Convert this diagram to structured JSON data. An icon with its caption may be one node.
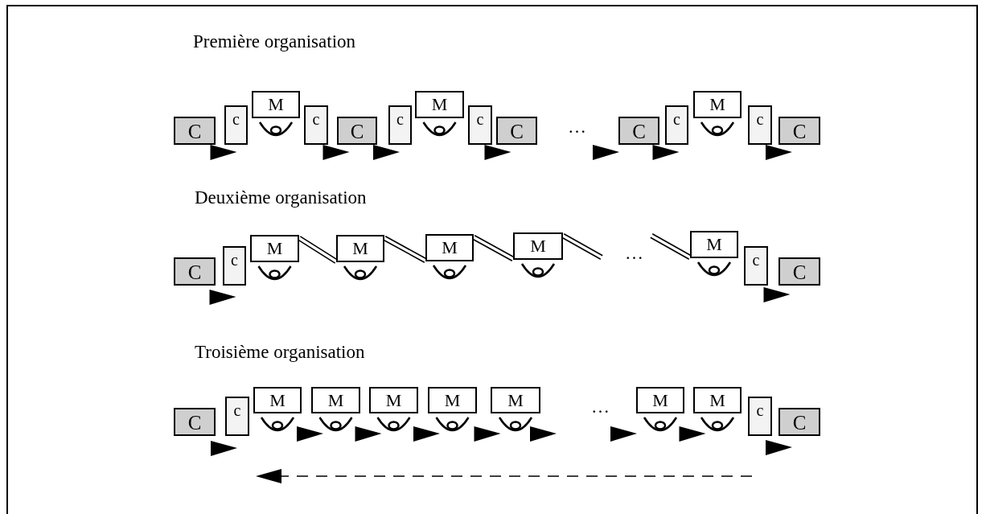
{
  "diagram": {
    "nodes": [
      {
        "text": [
          "C"
        ]
      },
      {
        "text": [
          "c"
        ]
      },
      {
        "text": [
          "M"
        ]
      },
      {
        "text": [
          "c"
        ]
      },
      {
        "text": [
          "C"
        ]
      },
      {
        "text": [
          "c"
        ]
      },
      {
        "text": [
          "M"
        ]
      },
      {
        "text": [
          "c"
        ]
      },
      {
        "text": [
          "C"
        ]
      },
      {
        "text": [
          "C"
        ]
      },
      {
        "text": [
          "c"
        ]
      },
      {
        "text": [
          "M"
        ]
      },
      {
        "text": [
          "c"
        ]
      },
      {
        "text": [
          "C"
        ]
      },
      {
        "text": [
          "C"
        ]
      },
      {
        "text": [
          "c"
        ]
      },
      {
        "text": [
          "M"
        ]
      },
      {
        "text": [
          "M"
        ]
      },
      {
        "text": [
          "M"
        ]
      },
      {
        "text": [
          "M"
        ]
      },
      {
        "text": [
          "M"
        ]
      },
      {
        "text": [
          "c"
        ]
      },
      {
        "text": [
          "C"
        ]
      },
      {
        "text": [
          "C"
        ]
      },
      {
        "text": [
          "c"
        ]
      },
      {
        "text": [
          "M"
        ]
      },
      {
        "text": [
          "M"
        ]
      },
      {
        "text": [
          "M"
        ]
      },
      {
        "text": [
          "M"
        ]
      },
      {
        "text": [
          "M"
        ]
      },
      {
        "text": [
          "M"
        ]
      },
      {
        "text": [
          "M"
        ]
      },
      {
        "text": [
          "c"
        ]
      },
      {
        "text": [
          "C"
        ]
      }
    ],
    "edges": [
      {
        "from": 0,
        "to": 1,
        "arrow": "to"
      },
      {
        "from": 3,
        "to": 4,
        "arrow": "to"
      },
      {
        "from": 4,
        "to": 5,
        "arrow": "to"
      },
      {
        "from": 7,
        "to": 8,
        "arrow": "to"
      },
      {
        "from": null,
        "to": 9,
        "arrow": "to"
      },
      {
        "from": 9,
        "to": 10,
        "arrow": "to"
      },
      {
        "from": 12,
        "to": 13,
        "arrow": "to"
      },
      {
        "from": 14,
        "to": 15,
        "arrow": "to"
      },
      {
        "from": 16,
        "to": 17,
        "arrow": "none"
      },
      {
        "from": 17,
        "to": 18,
        "arrow": "none"
      },
      {
        "from": 18,
        "to": 19,
        "arrow": "none"
      },
      {
        "from": 19,
        "to": null,
        "arrow": "none"
      },
      {
        "from": null,
        "to": 20,
        "arrow": "none"
      },
      {
        "from": 21,
        "to": 22,
        "arrow": "to"
      },
      {
        "from": 23,
        "to": 24,
        "arrow": "to"
      },
      {
        "from": 25,
        "to": 26,
        "arrow": "to"
      },
      {
        "from": 26,
        "to": 27,
        "arrow": "to"
      },
      {
        "from": 27,
        "to": 28,
        "arrow": "to"
      },
      {
        "from": 28,
        "to": 29,
        "arrow": "to"
      },
      {
        "from": 29,
        "to": null,
        "arrow": "to"
      },
      {
        "from": null,
        "to": 30,
        "arrow": "to"
      },
      {
        "from": 30,
        "to": 31,
        "arrow": "to"
      },
      {
        "from": 32,
        "to": 33,
        "arrow": "to"
      }
    ],
    "labels": [
      "Première organisation",
      "…",
      "Deuxième organisation",
      "…",
      "Troisième organisation",
      "…"
    ]
  }
}
